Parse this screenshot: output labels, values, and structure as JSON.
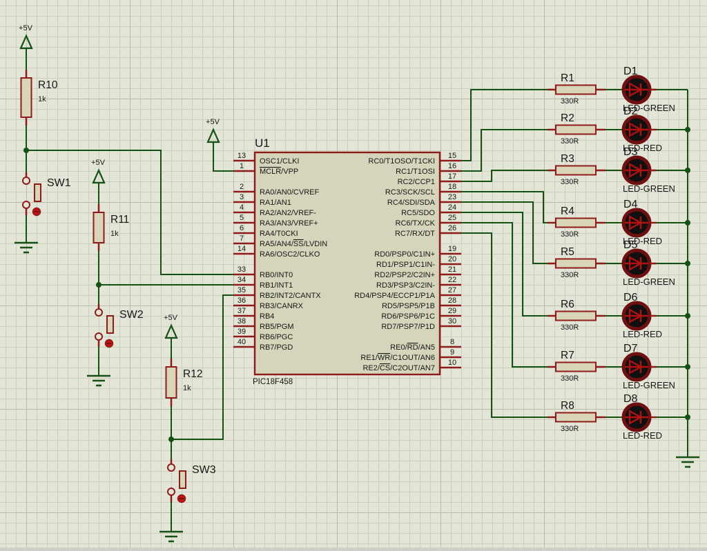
{
  "schematic": {
    "colors": {
      "wire": "#145214",
      "component_outline": "#8f1a1a",
      "component_fill": "#d8d5b8",
      "chip_fill": "#d5d5bb",
      "led_ring": "#6f1010",
      "led_body": "#101010",
      "led_symbol": "#b01212",
      "switch_dot": "#c41212",
      "text": "#161616",
      "background": "#e3e5d7"
    },
    "chip": {
      "ref": "U1",
      "part": "PIC18F458",
      "left_pins": [
        {
          "num": "13",
          "name": "OSC1/CLKI"
        },
        {
          "num": "1",
          "name": "MCLR/VPP",
          "over": "MCLR"
        },
        {
          "num": "2",
          "name": "RA0/AN0/CVREF"
        },
        {
          "num": "3",
          "name": "RA1/AN1"
        },
        {
          "num": "4",
          "name": "RA2/AN2/VREF-"
        },
        {
          "num": "5",
          "name": "RA3/AN3/VREF+"
        },
        {
          "num": "6",
          "name": "RA4/T0CKI"
        },
        {
          "num": "7",
          "name": "RA5/AN4/SS/LVDIN",
          "over": "SS"
        },
        {
          "num": "14",
          "name": "RA6/OSC2/CLKO"
        },
        {
          "num": "33",
          "name": "RB0/INT0"
        },
        {
          "num": "34",
          "name": "RB1/INT1"
        },
        {
          "num": "35",
          "name": "RB2/INT2/CANTX"
        },
        {
          "num": "36",
          "name": "RB3/CANRX"
        },
        {
          "num": "37",
          "name": "RB4"
        },
        {
          "num": "38",
          "name": "RB5/PGM"
        },
        {
          "num": "39",
          "name": "RB6/PGC"
        },
        {
          "num": "40",
          "name": "RB7/PGD"
        }
      ],
      "right_pins": [
        {
          "num": "15",
          "name": "RC0/T1OSO/T1CKI"
        },
        {
          "num": "16",
          "name": "RC1/T1OSI"
        },
        {
          "num": "17",
          "name": "RC2/CCP1"
        },
        {
          "num": "18",
          "name": "RC3/SCK/SCL"
        },
        {
          "num": "23",
          "name": "RC4/SDI/SDA"
        },
        {
          "num": "24",
          "name": "RC5/SDO"
        },
        {
          "num": "25",
          "name": "RC6/TX/CK"
        },
        {
          "num": "26",
          "name": "RC7/RX/DT"
        },
        {
          "num": "19",
          "name": "RD0/PSP0/C1IN+"
        },
        {
          "num": "20",
          "name": "RD1/PSP1/C1IN-"
        },
        {
          "num": "21",
          "name": "RD2/PSP2/C2IN+"
        },
        {
          "num": "22",
          "name": "RD3/PSP3/C2IN-"
        },
        {
          "num": "27",
          "name": "RD4/PSP4/ECCP1/P1A"
        },
        {
          "num": "28",
          "name": "RD5/PSP5/P1B"
        },
        {
          "num": "29",
          "name": "RD6/PSP6/P1C"
        },
        {
          "num": "30",
          "name": "RD7/PSP7/P1D"
        },
        {
          "num": "8",
          "name": "RE0/RD/AN5",
          "over": "RD"
        },
        {
          "num": "9",
          "name": "RE1/WR/C1OUT/AN6",
          "over": "WR"
        },
        {
          "num": "10",
          "name": "RE2/CS/C2OUT/AN7",
          "over": "CS"
        }
      ]
    },
    "mclr_power_label": "+5V",
    "input_branches": [
      {
        "power_label": "+5V",
        "resistor_ref": "R10",
        "resistor_value": "1k",
        "switch_ref": "SW1"
      },
      {
        "power_label": "+5V",
        "resistor_ref": "R11",
        "resistor_value": "1k",
        "switch_ref": "SW2"
      },
      {
        "power_label": "+5V",
        "resistor_ref": "R12",
        "resistor_value": "1k",
        "switch_ref": "SW3"
      }
    ],
    "output_branches": [
      {
        "resistor_ref": "R1",
        "resistor_value": "330R",
        "led_ref": "D1",
        "led_type": "LED-GREEN"
      },
      {
        "resistor_ref": "R2",
        "resistor_value": "330R",
        "led_ref": "D2",
        "led_type": "LED-RED"
      },
      {
        "resistor_ref": "R3",
        "resistor_value": "330R",
        "led_ref": "D3",
        "led_type": "LED-GREEN"
      },
      {
        "resistor_ref": "R4",
        "resistor_value": "330R",
        "led_ref": "D4",
        "led_type": "LED-RED"
      },
      {
        "resistor_ref": "R5",
        "resistor_value": "330R",
        "led_ref": "D5",
        "led_type": "LED-GREEN"
      },
      {
        "resistor_ref": "R6",
        "resistor_value": "330R",
        "led_ref": "D6",
        "led_type": "LED-RED"
      },
      {
        "resistor_ref": "R7",
        "resistor_value": "330R",
        "led_ref": "D7",
        "led_type": "LED-GREEN"
      },
      {
        "resistor_ref": "R8",
        "resistor_value": "330R",
        "led_ref": "D8",
        "led_type": "LED-RED"
      }
    ]
  }
}
